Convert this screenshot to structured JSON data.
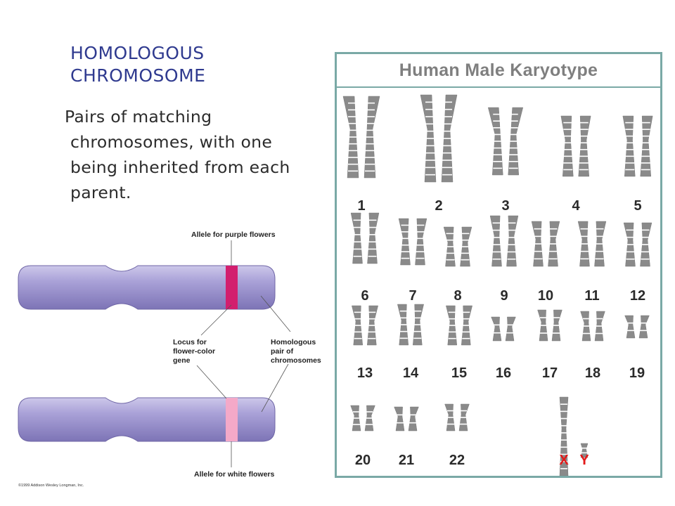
{
  "slide": {
    "heading": "HOMOLOGOUS\nCHROMOSOME",
    "definition": "Pairs of matching chromosomes, with one being inherited from each parent."
  },
  "diagram": {
    "labels": {
      "purple_allele": "Allele for purple flowers",
      "locus_line1": "Locus for",
      "locus_line2": "flower-color",
      "locus_line3": "gene",
      "homologous_line1": "Homologous",
      "homologous_line2": "pair of",
      "homologous_line3": "chromosomes",
      "white_allele": "Allele for white flowers",
      "copyright": "©1999 Addison Wesley Longman, Inc."
    },
    "colors": {
      "chromosome": "#9b93cf",
      "purple_band": "#d21f6e",
      "white_band": "#f4a9c8"
    }
  },
  "karyotype": {
    "title": "Human Male Karyotype",
    "chromosome_labels": [
      "1",
      "2",
      "3",
      "4",
      "5",
      "6",
      "7",
      "8",
      "9",
      "10",
      "11",
      "12",
      "13",
      "14",
      "15",
      "16",
      "17",
      "18",
      "19",
      "20",
      "21",
      "22",
      "X",
      "Y"
    ],
    "sex_label_color": "#e21a1a"
  }
}
